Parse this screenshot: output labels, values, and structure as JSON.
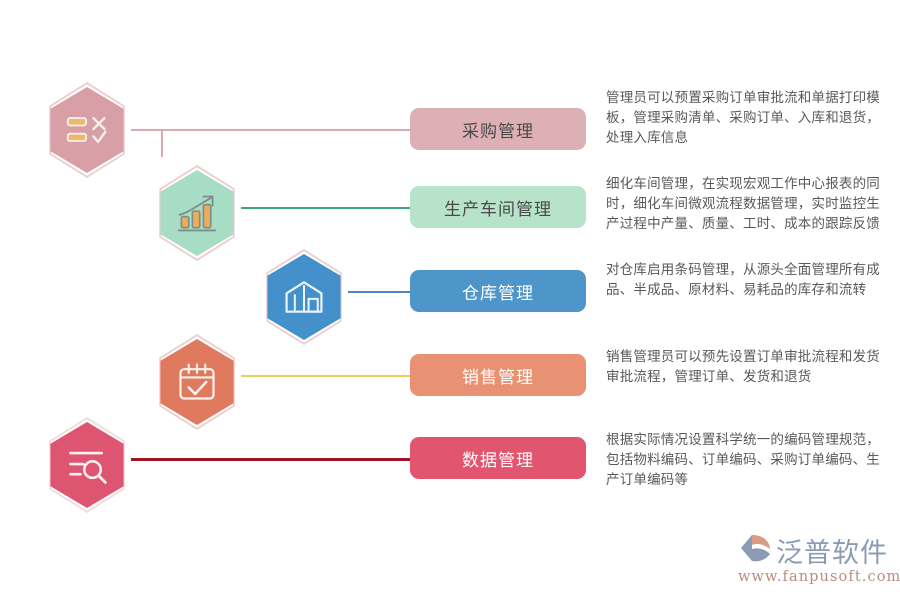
{
  "rows": [
    {
      "key": "procurement",
      "label": "采购管理",
      "description": "管理员可以预置采购订单审批流和单据打印模板，管理采购清单、采购订单、入库和退货，处理入库信息",
      "icon_name": "checklist-approve-icon",
      "hex_fill": "#d8a0a6",
      "hex_stroke": "#eccdd0",
      "pill_bg": "#ddb0b6",
      "pill_text_color": "#4a4a4a",
      "line_color": "#dba9ae",
      "icon_color": "#f5f0ec",
      "icon_accent": "#edb96b"
    },
    {
      "key": "workshop",
      "label": "生产车间管理",
      "description": "细化车间管理，在实现宏观工作中心报表的同时，细化车间微观流程数据管理，实时监控生产过程中产量、质量、工时、成本的跟踪反馈",
      "icon_name": "bar-chart-growth-icon",
      "hex_fill": "#a6ddc4",
      "hex_stroke": "#eccdd0",
      "pill_bg": "#b6e3ca",
      "pill_text_color": "#4a4a4a",
      "line_color": "#3aa877",
      "icon_color": "#7d8f88",
      "icon_accent": "#edab5c"
    },
    {
      "key": "warehouse",
      "label": "仓库管理",
      "description": "对仓库启用条码管理，从源头全面管理所有成品、半成品、原材料、易耗品的库存和流转",
      "icon_name": "warehouse-building-icon",
      "hex_fill": "#4390ca",
      "hex_stroke": "#eccdd0",
      "pill_bg": "#4e95c9",
      "pill_text_color": "#ffffff",
      "line_color": "#4a86c4",
      "icon_color": "#eaf4fb",
      "icon_accent": "#eaf4fb"
    },
    {
      "key": "sales",
      "label": "销售管理",
      "description": "销售管理员可以预先设置订单审批流程和发货审批流程，管理订单、发货和退货",
      "icon_name": "calendar-check-icon",
      "hex_fill": "#e07a5f",
      "hex_stroke": "#eccdd0",
      "pill_bg": "#e89173",
      "pill_text_color": "#ffffff",
      "line_color": "#e8cf55",
      "icon_color": "#fbf1ec",
      "icon_accent": "#fbf1ec"
    },
    {
      "key": "data",
      "label": "数据管理",
      "description": "根据实际情况设置科学统一的编码管理规范，包括物料编码、订单编码、采购订单编码、生产订单编码等",
      "icon_name": "data-search-icon",
      "hex_fill": "#dd5570",
      "hex_stroke": "#f2dcdf",
      "pill_bg": "#e2556f",
      "pill_text_color": "#ffffff",
      "line_color": "#9e1420",
      "icon_color": "#fdeff1",
      "icon_accent": "#fdeff1"
    }
  ],
  "logo": {
    "brand": "泛普软件",
    "url": "www.fanpusoft.com",
    "mark_name": "fanpu-logo-mark",
    "brand_color": "#8c9bb5",
    "url_color": "#b98b7e"
  }
}
